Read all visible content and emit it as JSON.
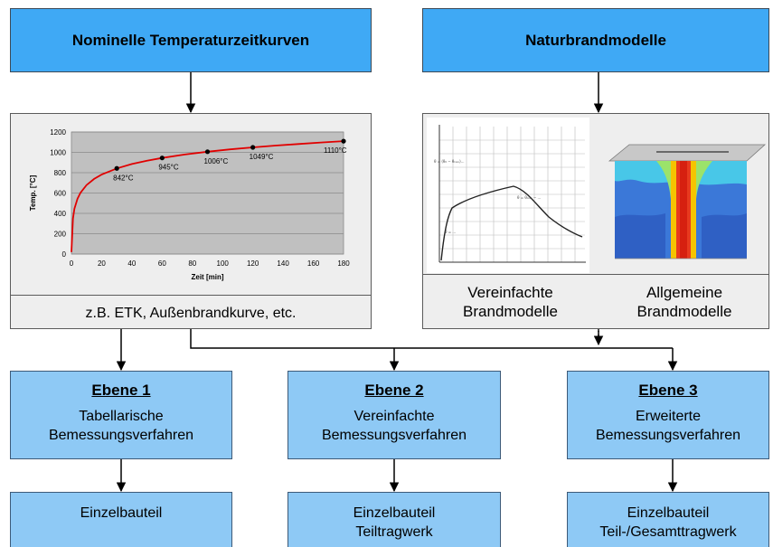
{
  "top": {
    "left_title": "Nominelle Temperaturzeitkurven",
    "right_title": "Naturbrandmodelle"
  },
  "chart_panel": {
    "caption": "z.B. ETK, Außenbrandkurve, etc."
  },
  "model_panel": {
    "left_caption_1": "Vereinfachte",
    "left_caption_2": "Brandmodelle",
    "right_caption_1": "Allgemeine",
    "right_caption_2": "Brandmodelle"
  },
  "levels": [
    {
      "title": "Ebene  1",
      "line1": "Tabellarische",
      "line2": "Bemessungsverfahren",
      "bottom1": "Einzelbauteil",
      "bottom2": ""
    },
    {
      "title": "Ebene  2",
      "line1": "Vereinfachte",
      "line2": "Bemessungsverfahren",
      "bottom1": "Einzelbauteil",
      "bottom2": "Teiltragwerk"
    },
    {
      "title": "Ebene  3",
      "line1": "Erweiterte",
      "line2": "Bemessungsverfahren",
      "bottom1": "Einzelbauteil",
      "bottom2": "Teil-/Gesamttragwerk"
    }
  ],
  "colors": {
    "header_blue": "#3fa9f5",
    "level_blue": "#8ec9f5",
    "chart_bg": "#c0c0c0",
    "curve_red": "#e00000"
  },
  "chart_data": {
    "type": "line",
    "xlabel": "Zeit [min]",
    "ylabel": "Temp. [°C]",
    "xlim": [
      0,
      180
    ],
    "ylim": [
      0,
      1200
    ],
    "xticks": [
      0,
      20,
      40,
      60,
      80,
      100,
      120,
      140,
      160,
      180
    ],
    "yticks": [
      0,
      200,
      400,
      600,
      800,
      1000,
      1200
    ],
    "grid": true,
    "series": [
      {
        "x": [
          0,
          1,
          2,
          4,
          6,
          10,
          15,
          20,
          30,
          40,
          50,
          60,
          75,
          90,
          105,
          120,
          135,
          150,
          165,
          180
        ],
        "y": [
          20,
          349,
          445,
          544,
          603,
          678,
          739,
          781,
          842,
          885,
          918,
          945,
          979,
          1006,
          1029,
          1049,
          1067,
          1082,
          1097,
          1110
        ]
      }
    ],
    "markers": [
      {
        "x": 30,
        "y": 842,
        "label": "842°C"
      },
      {
        "x": 60,
        "y": 945,
        "label": "945°C"
      },
      {
        "x": 90,
        "y": 1006,
        "label": "1006°C"
      },
      {
        "x": 120,
        "y": 1049,
        "label": "1049°C"
      },
      {
        "x": 180,
        "y": 1110,
        "label": "1110°C"
      }
    ]
  }
}
